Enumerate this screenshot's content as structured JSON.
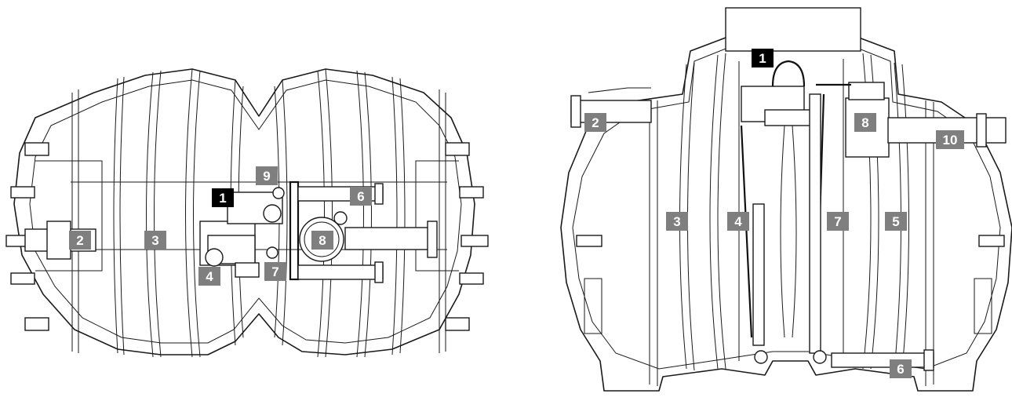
{
  "colors": {
    "label_bg": "#7f7f7f",
    "label_bg_highlight": "#000000",
    "label_text": "#ffffff",
    "line": "#1a1a1a"
  },
  "top_view": {
    "labels": [
      {
        "text": "1",
        "highlight": true
      },
      {
        "text": "2",
        "highlight": false
      },
      {
        "text": "3",
        "highlight": false
      },
      {
        "text": "4",
        "highlight": false
      },
      {
        "text": "6",
        "highlight": false
      },
      {
        "text": "7",
        "highlight": false
      },
      {
        "text": "8",
        "highlight": false
      },
      {
        "text": "9",
        "highlight": false
      }
    ]
  },
  "side_view": {
    "labels": [
      {
        "text": "1",
        "highlight": true
      },
      {
        "text": "2",
        "highlight": false
      },
      {
        "text": "3",
        "highlight": false
      },
      {
        "text": "4",
        "highlight": false
      },
      {
        "text": "5",
        "highlight": false
      },
      {
        "text": "6",
        "highlight": false
      },
      {
        "text": "7",
        "highlight": false
      },
      {
        "text": "8",
        "highlight": false
      },
      {
        "text": "10",
        "highlight": false
      }
    ]
  }
}
